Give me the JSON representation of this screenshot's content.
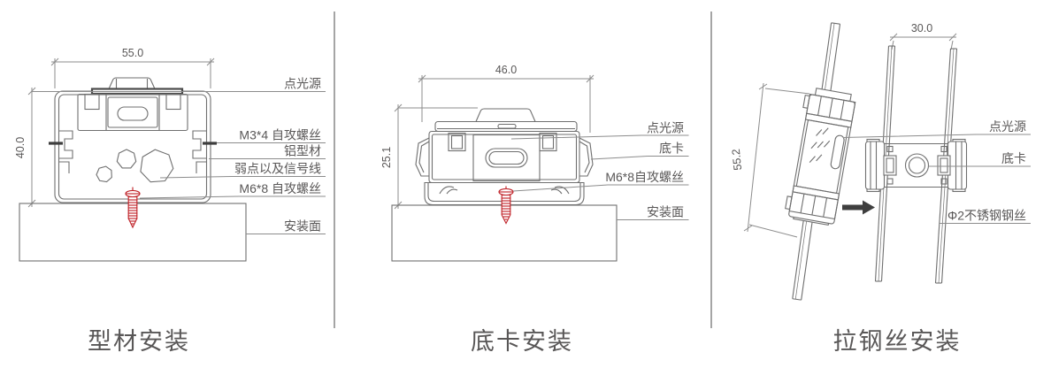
{
  "colors": {
    "line": "#6f6f6f",
    "text": "#595757",
    "screw_red": "#c1272d",
    "divider": "#a5a5a5",
    "arrow": "#3f3f3f",
    "background": "#ffffff"
  },
  "icons": {
    "panel3_direction": "right-arrow-icon",
    "screw": "self-tapping-screw-icon"
  },
  "panels": [
    {
      "caption": "型材安装",
      "dim_width": "55.0",
      "dim_height": "40.0",
      "labels": {
        "light": "点光源",
        "screw_m3": "M3*4 自攻螺丝",
        "profile": "铝型材",
        "signal": "弱点以及信号线",
        "screw_m6": "M6*8 自攻螺丝",
        "surface": "安装面"
      }
    },
    {
      "caption": "底卡安装",
      "dim_width": "46.0",
      "dim_height": "25.1",
      "labels": {
        "light": "点光源",
        "clip": "底卡",
        "screw_m6": "M6*8自攻螺丝",
        "surface": "安装面"
      }
    },
    {
      "caption": "拉钢丝安装",
      "dim_width": "30.0",
      "dim_height": "55.2",
      "labels": {
        "light": "点光源",
        "clip": "底卡",
        "wire": "Φ2不锈钢钢丝"
      }
    }
  ]
}
